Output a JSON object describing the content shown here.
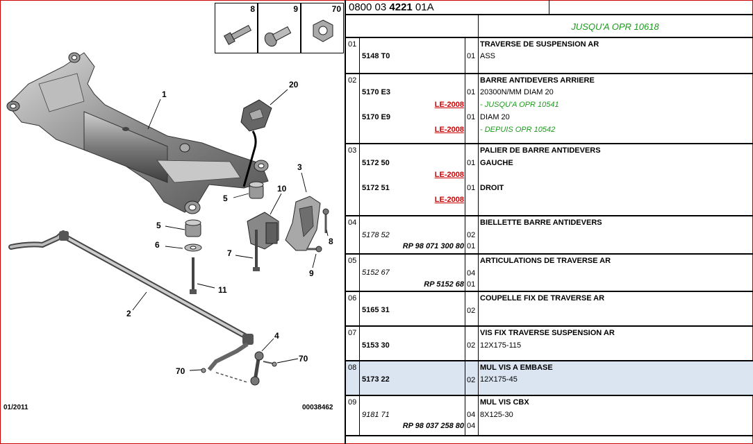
{
  "header": {
    "part_prefix": "0800 03 ",
    "part_main": "4221",
    "part_suffix": " 01A",
    "validity": "JUSQU'A OPR 10618"
  },
  "diagram": {
    "hardware_boxes": [
      {
        "num": "8",
        "icon": "bolt-icon"
      },
      {
        "num": "9",
        "icon": "flange-screw-icon"
      },
      {
        "num": "70",
        "icon": "flange-nut-icon"
      }
    ],
    "callouts": {
      "c1": "1",
      "c20": "20",
      "c3": "3",
      "c10": "10",
      "c5a": "5",
      "c5b": "5",
      "c6": "6",
      "c7": "7",
      "c8": "8",
      "c9": "9",
      "c11": "11",
      "c2": "2",
      "c4": "4",
      "c70a": "70",
      "c70b": "70"
    },
    "date_code": "01/2011",
    "drawing_ref": "00038462"
  },
  "rows": [
    {
      "no": "01",
      "title": "TRAVERSE DE SUSPENSION AR",
      "items": [
        {
          "ref": "5148 T0",
          "qty": "01",
          "desc": "ASS"
        }
      ]
    },
    {
      "no": "02",
      "title": "BARRE ANTIDEVERS ARRIERE",
      "items": [
        {
          "ref": "5170 E3",
          "qty": "01",
          "desc": "20300N/MM DIAM 20",
          "le": "LE-2008",
          "note": "- JUSQU'A OPR 10541"
        },
        {
          "ref": "5170 E9",
          "qty": "01",
          "desc": "DIAM 20",
          "le": "LE-2008",
          "note": "- DEPUIS OPR 10542"
        }
      ]
    },
    {
      "no": "03",
      "title": "PALIER DE BARRE ANTIDEVERS",
      "items": [
        {
          "ref": "5172 50",
          "qty": "01",
          "desc": "GAUCHE",
          "le": "LE-2008"
        },
        {
          "ref": "5172 51",
          "qty": "01",
          "desc": "DROIT",
          "le": "LE-2008"
        }
      ]
    },
    {
      "no": "04",
      "title": "BIELLETTE BARRE ANTIDEVERS",
      "items": [
        {
          "ref": "5178 52",
          "qty": "02",
          "rp": "RP 98 071 300 80",
          "rp_qty": "01"
        }
      ]
    },
    {
      "no": "05",
      "title": "ARTICULATIONS DE TRAVERSE AR",
      "items": [
        {
          "ref": "5152 67",
          "qty": "04",
          "rp": "RP 5152 68",
          "rp_qty": "01"
        }
      ]
    },
    {
      "no": "06",
      "title": "COUPELLE FIX DE TRAVERSE AR",
      "items": [
        {
          "ref": "5165 31",
          "qty": "02"
        }
      ]
    },
    {
      "no": "07",
      "title": "VIS FIX TRAVERSE SUSPENSION AR",
      "items": [
        {
          "ref": "5153 30",
          "qty": "02",
          "desc": "12X175-115"
        }
      ]
    },
    {
      "no": "08",
      "title": "MUL VIS A EMBASE",
      "items": [
        {
          "ref": "5173 22",
          "qty": "02",
          "desc": "12X175-45"
        }
      ]
    },
    {
      "no": "09",
      "title": "MUL VIS CBX",
      "items": [
        {
          "ref": "9181 71",
          "qty": "04",
          "desc": "8X125-30",
          "rp": "RP 98 037 258 80",
          "rp_qty": "04"
        }
      ]
    }
  ],
  "colors": {
    "border": "#cc0000",
    "note_green": "#1a9b1a",
    "le_red": "#cc0000",
    "highlight": "#dbe5f1"
  }
}
